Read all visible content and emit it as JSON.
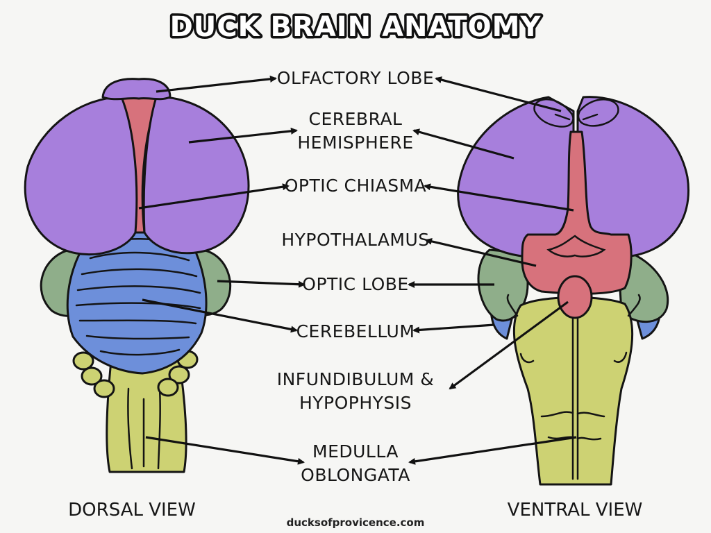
{
  "title": "DUCK BRAIN ANATOMY",
  "views": {
    "dorsal": "DORSAL VIEW",
    "ventral": "VENTRAL VIEW"
  },
  "website": "ducksofprovicence.com",
  "labels": {
    "olfactory_lobe": "OLFACTORY LOBE",
    "cerebral_1": "CEREBRAL",
    "cerebral_2": "HEMISPHERE",
    "optic_chiasma": "OPTIC CHIASMA",
    "hypothalamus": "HYPOTHALAMUS",
    "optic_lobe": "OPTIC LOBE",
    "cerebellum": "CEREBELLUM",
    "infundibulum_1": "INFUNDIBULUM &",
    "infundibulum_2": "HYPOPHYSIS",
    "medulla_1": "MEDULLA",
    "medulla_2": "OBLONGATA"
  },
  "colors": {
    "cerebrum": "#a77fdc",
    "pink": "#d7727c",
    "optic_lobe": "#8fae8a",
    "cerebellum": "#6d8fda",
    "medulla": "#cdd273",
    "outline": "#141414"
  }
}
